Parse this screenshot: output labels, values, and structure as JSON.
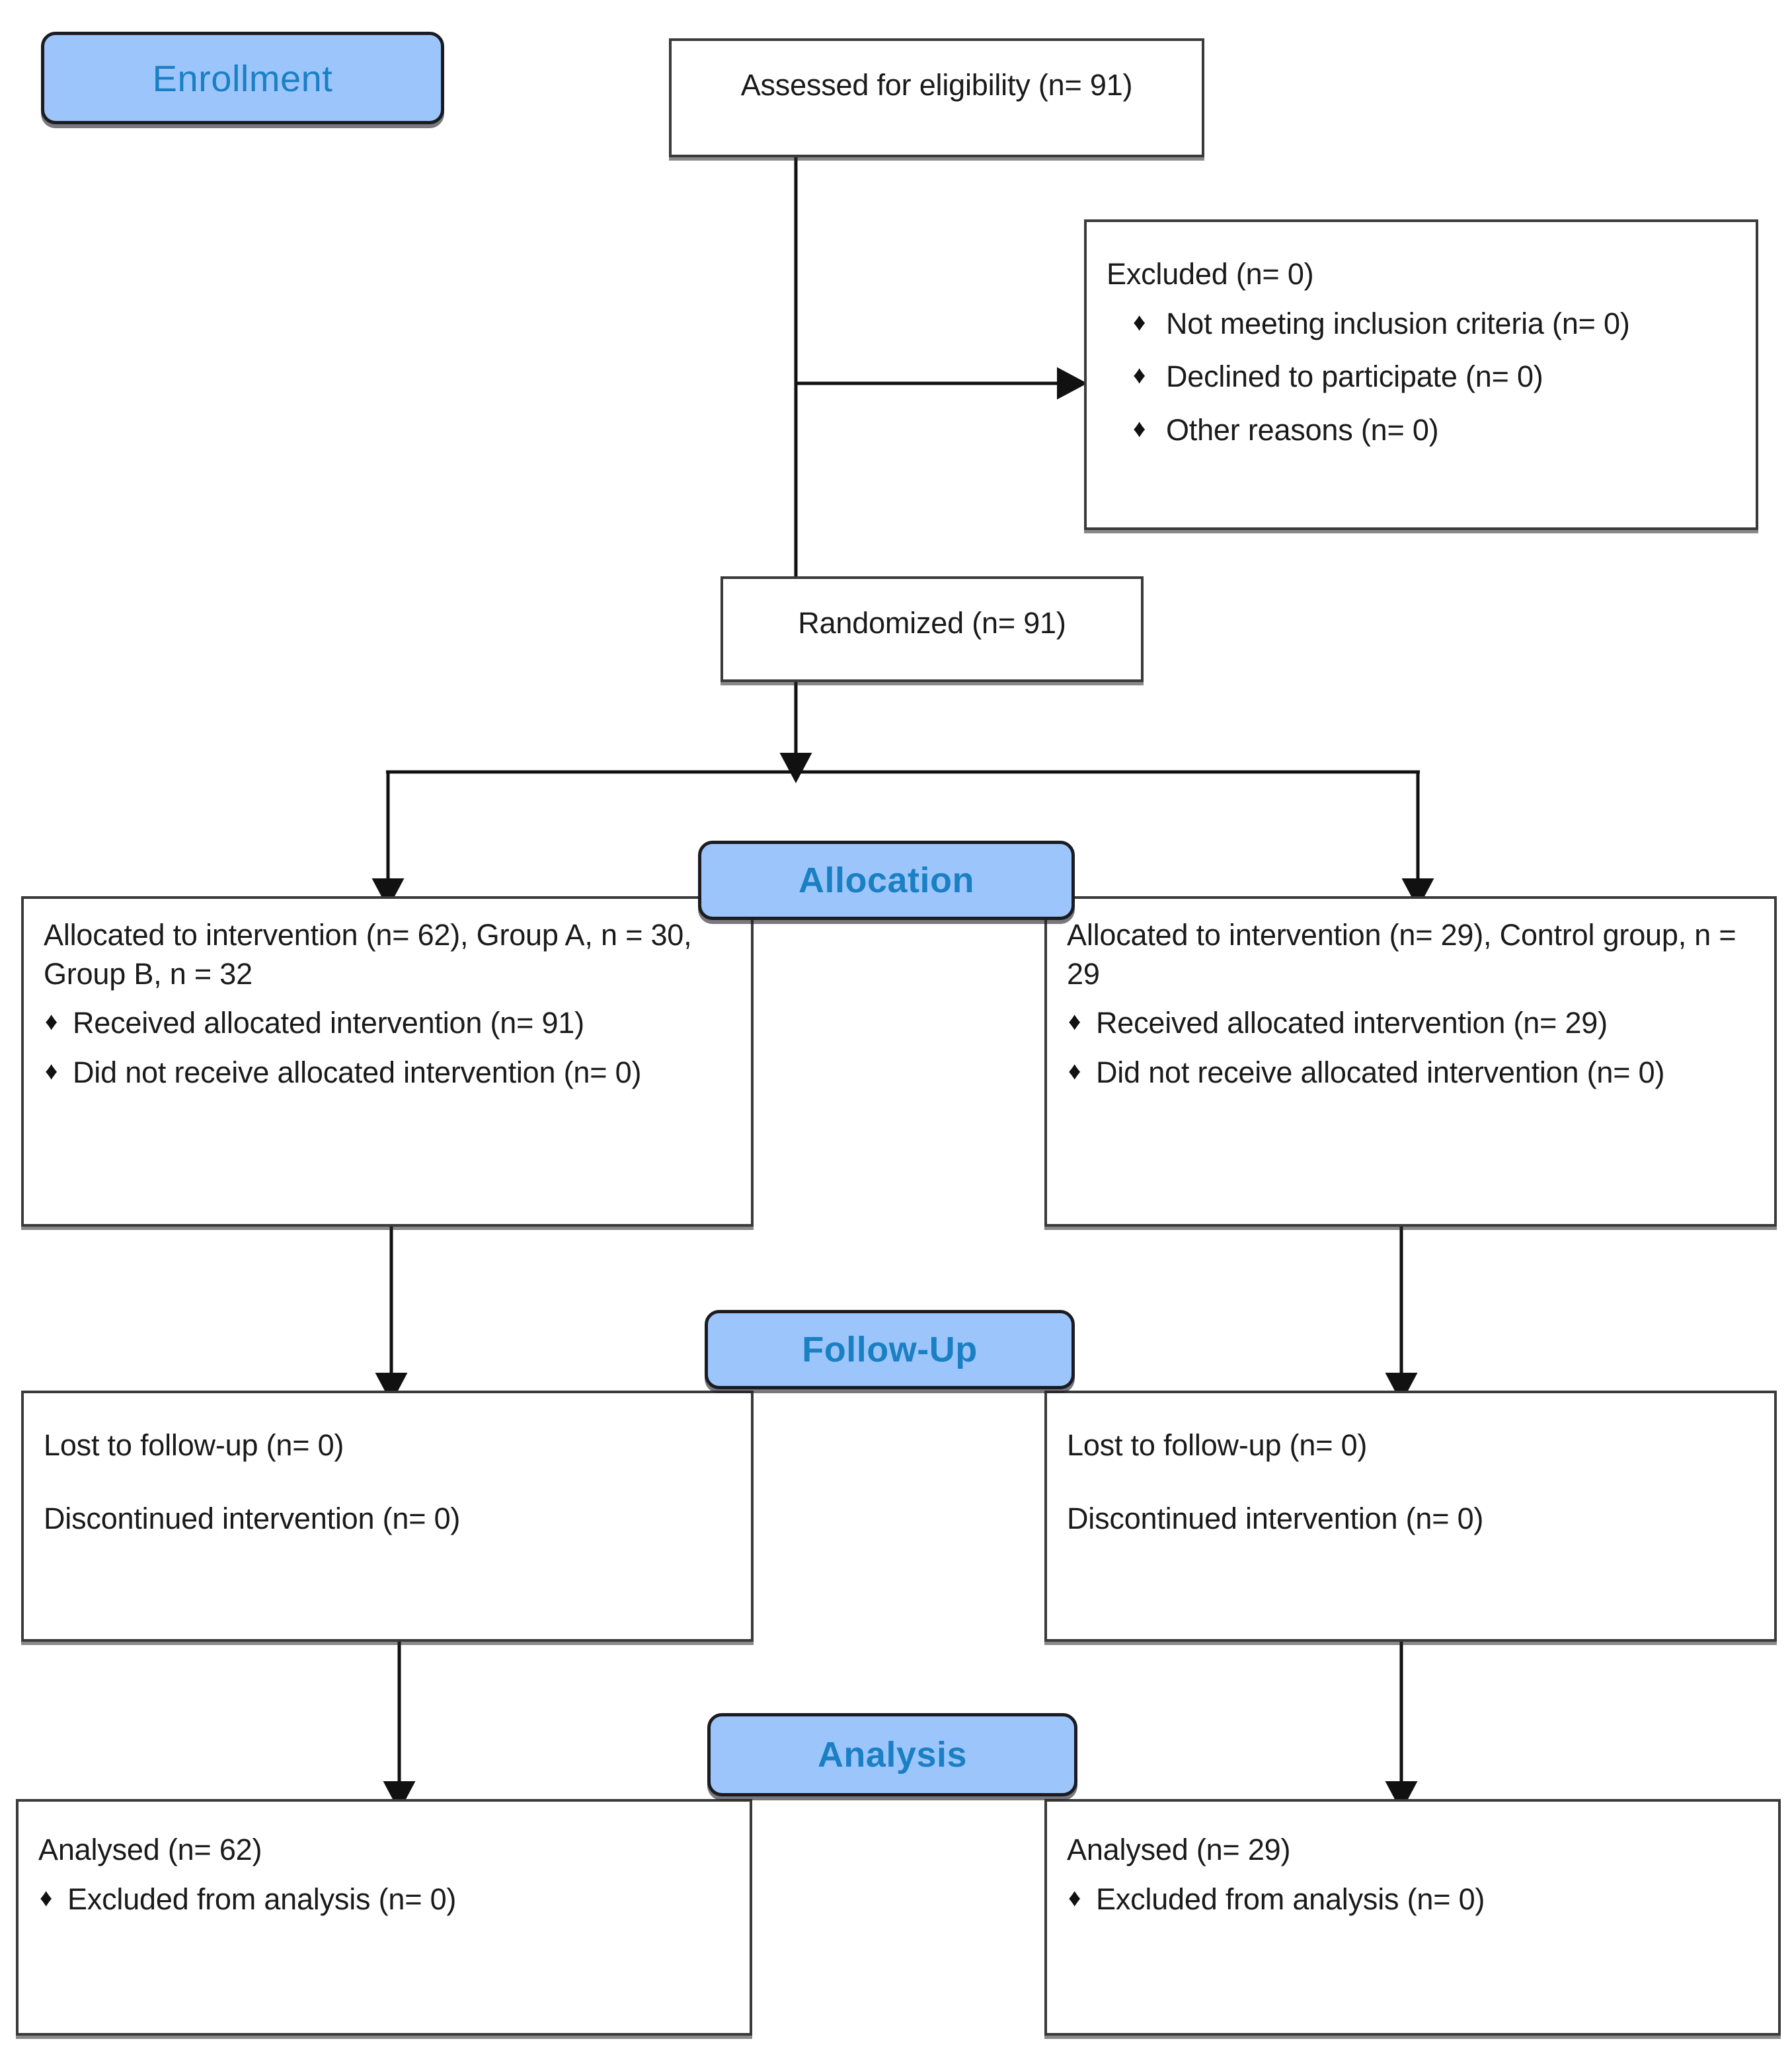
{
  "diagram": {
    "type": "CONSORT participant flow diagram",
    "stage_badges": [
      {
        "id": "enrollment",
        "label": "Enrollment"
      },
      {
        "id": "allocation",
        "label": "Allocation"
      },
      {
        "id": "follow-up",
        "label": "Follow-Up"
      },
      {
        "id": "analysis",
        "label": "Analysis"
      }
    ],
    "bullet_glyph": "♦",
    "colors": {
      "badge_fill": "#9cc6fb",
      "badge_text": "#1b7fc4",
      "badge_border": "#1b1b22",
      "box_border": "#3a3a3a",
      "box_fill": "#ffffff",
      "text": "#1a1a1a",
      "connector": "#1a1a1a"
    },
    "enrollment": {
      "assessed": {
        "line": "Assessed for eligibility (n= 91)"
      },
      "excluded": {
        "heading": "Excluded (n= 0)",
        "reasons": [
          "Not meeting inclusion criteria (n= 0)",
          "Declined to participate (n= 0)",
          "Other reasons (n= 0)"
        ]
      },
      "randomized": {
        "line": "Randomized (n= 91)"
      }
    },
    "allocation": {
      "left": {
        "heading": "Allocated to intervention (n= 62), Group A, n = 30, Group B, n = 32",
        "items": [
          "Received allocated intervention (n=  91)",
          "Did not receive allocated intervention (n=  0)"
        ]
      },
      "right": {
        "heading": "Allocated to intervention (n= 29), Control group, n = 29",
        "items": [
          "Received allocated intervention (n= 29)",
          "Did not receive allocated intervention (n=  0)"
        ]
      }
    },
    "followup": {
      "left": {
        "lost": "Lost to follow-up (n= 0)",
        "discontinued": "Discontinued intervention (n= 0)"
      },
      "right": {
        "lost": "Lost to follow-up (n= 0)",
        "discontinued": "Discontinued intervention (n= 0)"
      }
    },
    "analysis": {
      "left": {
        "heading": "Analysed (n= 62)",
        "items": [
          "Excluded from analysis (n= 0)"
        ]
      },
      "right": {
        "heading": "Analysed (n= 29)",
        "items": [
          "Excluded from analysis (n= 0)"
        ]
      }
    }
  }
}
